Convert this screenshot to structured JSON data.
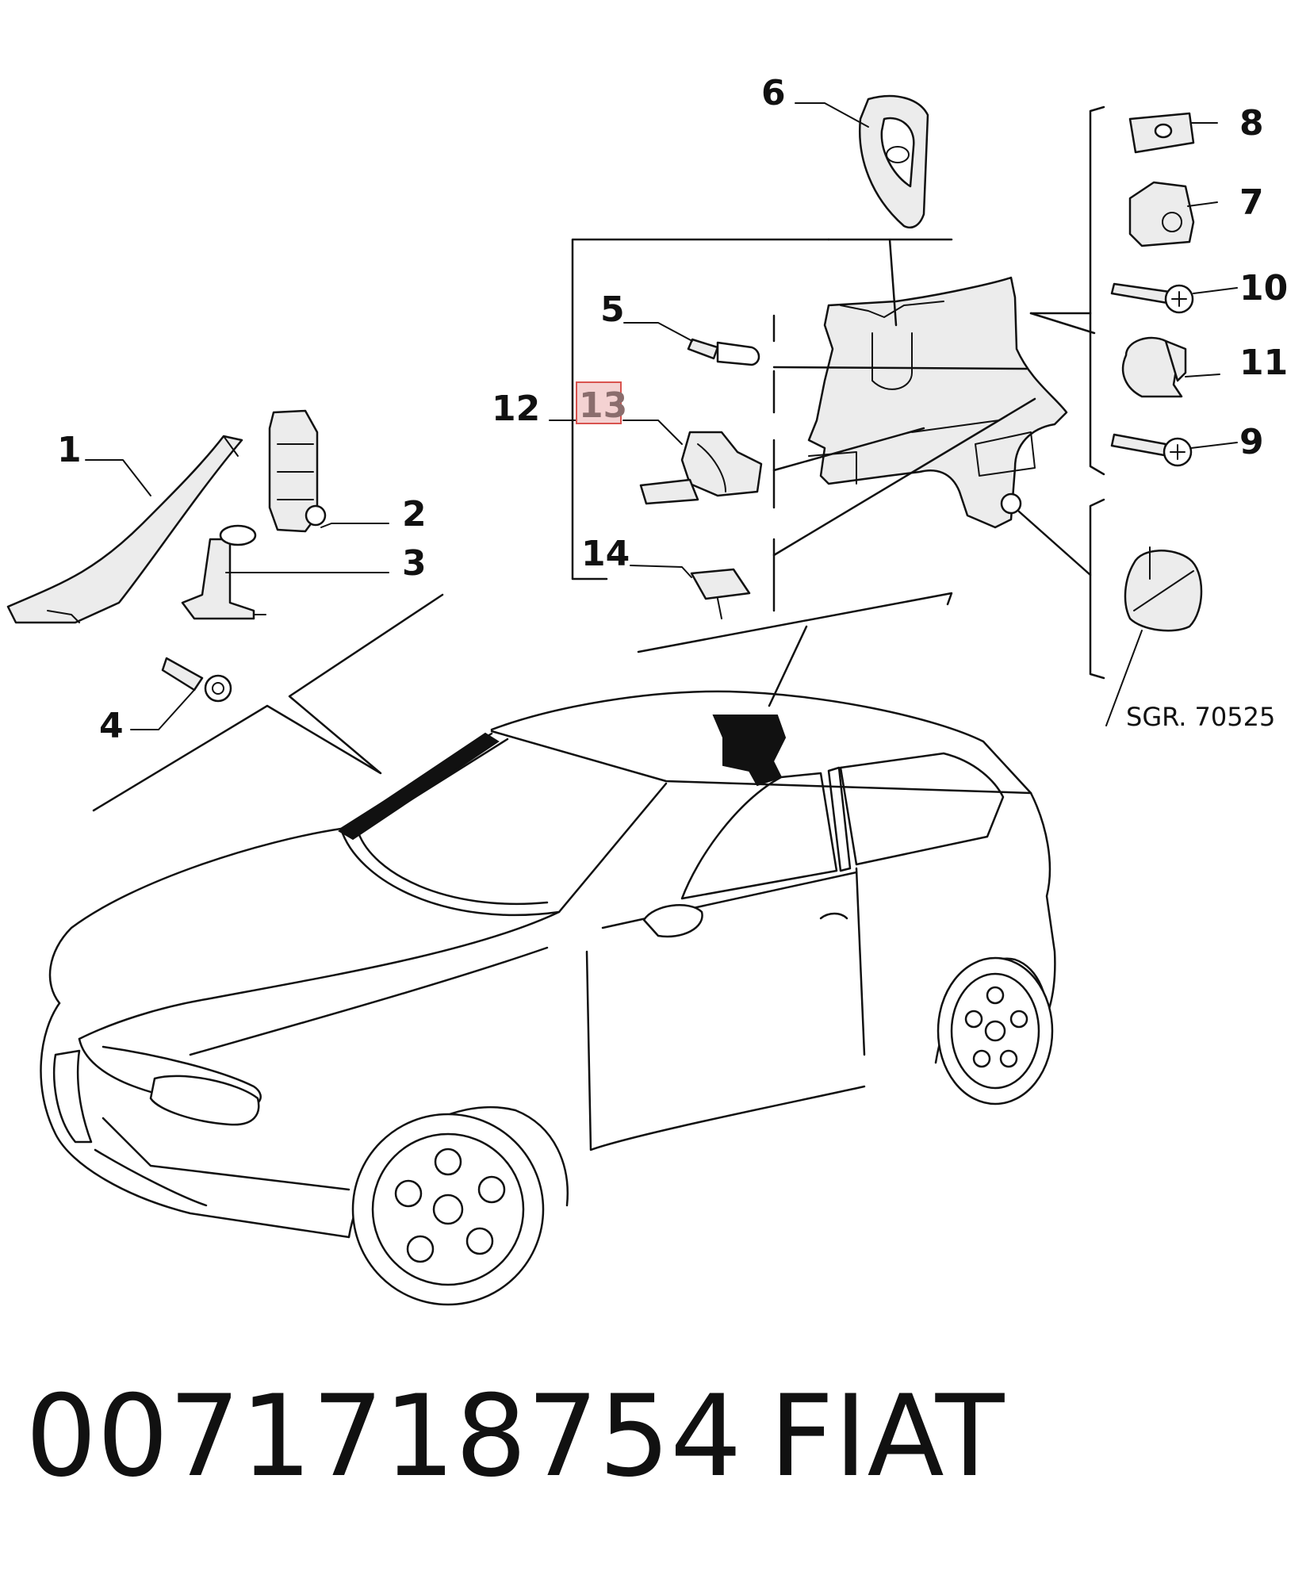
{
  "callouts": {
    "c1": "1",
    "c2": "2",
    "c3": "3",
    "c4": "4",
    "c5": "5",
    "c6": "6",
    "c7": "7",
    "c8": "8",
    "c9": "9",
    "c10": "10",
    "c11": "11",
    "c12": "12",
    "c13": "13",
    "c14": "14"
  },
  "highlighted_callout": "13",
  "highlight_color": "#d9534f",
  "reference": "SGR. 70525",
  "footer": {
    "part_number": "0071718754",
    "brand": "FIAT"
  }
}
